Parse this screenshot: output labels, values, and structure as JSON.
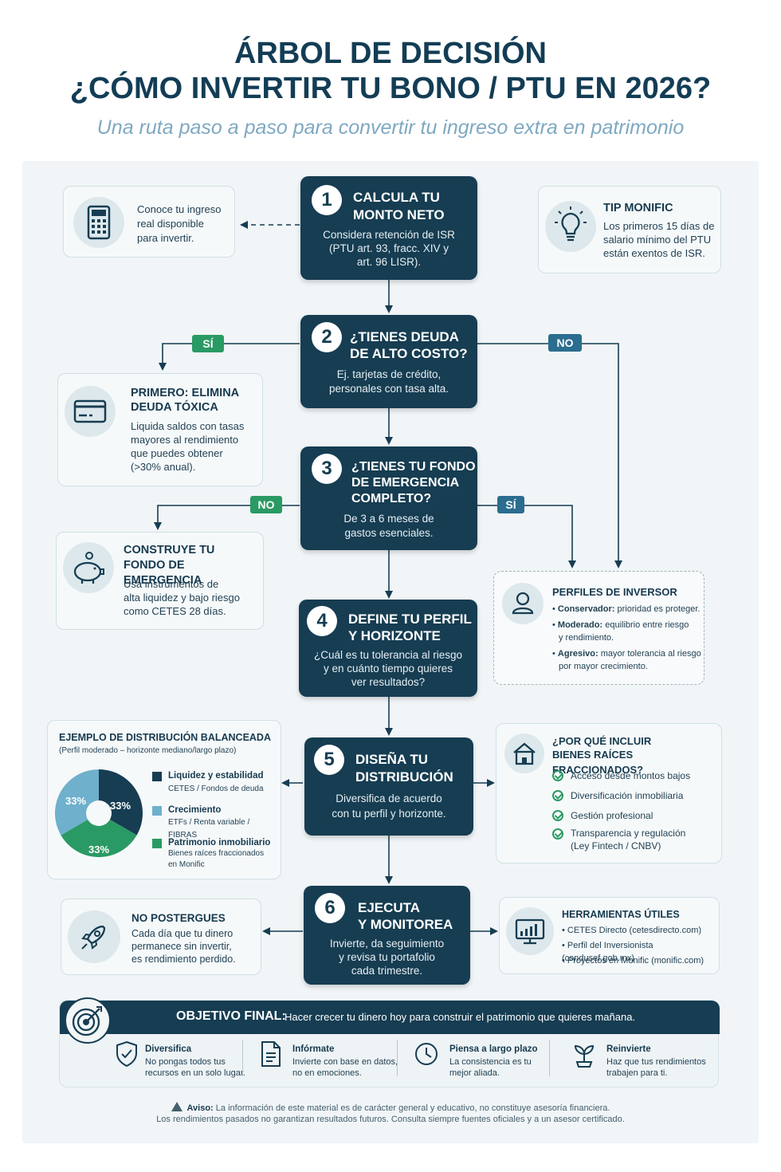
{
  "header": {
    "title_line1": "ÁRBOL DE DECISIÓN",
    "title_line2": "¿CÓMO INVERTIR TU BONO / PTU EN 2026?",
    "subtitle": "Una ruta paso a paso para convertir tu ingreso extra en patrimonio"
  },
  "steps": [
    {
      "num": "1",
      "title_l1": "CALCULA TU",
      "title_l2": "MONTO NETO",
      "desc_l1": "Considera retención de ISR",
      "desc_l2": "(PTU art. 93, fracc. XIV y",
      "desc_l3": "art. 96  LISR)."
    },
    {
      "num": "2",
      "title_l1": "¿TIENES DEUDA",
      "title_l2": "DE ALTO COSTO?",
      "desc_l1": "Ej. tarjetas de crédito,",
      "desc_l2": "personales con tasa alta."
    },
    {
      "num": "3",
      "title_l1": "¿TIENES TU FONDO",
      "title_l2": "DE EMERGENCIA",
      "title_l3": "COMPLETO?",
      "desc_l1": "De 3 a 6 meses de",
      "desc_l2": "gastos esenciales."
    },
    {
      "num": "4",
      "title_l1": "DEFINE TU PERFIL",
      "title_l2": "Y HORIZONTE",
      "desc_l1": "¿Cuál es tu tolerancia al riesgo",
      "desc_l2": "y en cuánto tiempo quieres",
      "desc_l3": "ver resultados?"
    },
    {
      "num": "5",
      "title_l1": "DISEÑA TU",
      "title_l2": "DISTRIBUCIÓN",
      "desc_l1": "Diversifica de acuerdo",
      "desc_l2": "con tu perfil y horizonte."
    },
    {
      "num": "6",
      "title_l1": "EJECUTA",
      "title_l2": "Y MONITOREA",
      "desc_l1": "Invierte, da seguimiento",
      "desc_l2": "y revisa tu portafolio",
      "desc_l3": "cada trimestre."
    }
  ],
  "tags": {
    "si": "SÍ",
    "no": "NO"
  },
  "cards": {
    "ingreso": {
      "l1": "Conoce tu ingreso",
      "l2": "real disponible",
      "l3": "para invertir."
    },
    "tip": {
      "title": "TIP MONIFIC",
      "l1": "Los primeros 15 días de",
      "l2": "salario mínimo del PTU",
      "l3": "están exentos de ISR."
    },
    "deuda": {
      "title_l1": "PRIMERO: ELIMINA",
      "title_l2": "DEUDA TÓXICA",
      "l1": "Liquida saldos con tasas",
      "l2": "mayores al rendimiento",
      "l3": "que puedes obtener",
      "l4": "(>30% anual)."
    },
    "fondo": {
      "title_l1": "CONSTRUYE TU",
      "title_l2": "FONDO DE EMERGENCIA",
      "l1": "Usa instrumentos de",
      "l2": "alta liquidez y bajo riesgo",
      "l3": "como CETES 28 días."
    },
    "perfiles": {
      "title": "PERFILES DE INVERSOR",
      "items": [
        {
          "label": "Conservador:",
          "text": "prioridad es proteger."
        },
        {
          "label": "Moderado:",
          "text": "equilibrio entre riesgo",
          "text2": "y rendimiento."
        },
        {
          "label": "Agresivo:",
          "text": "mayor tolerancia al riesgo",
          "text2": "por mayor crecimiento."
        }
      ]
    },
    "bienes": {
      "title_l1": "¿POR QUÉ INCLUIR",
      "title_l2": "BIENES RAÍCES FRACCIONADOS?",
      "items": [
        "Acceso desde montos bajos",
        "Diversificación inmobiliaria",
        "Gestión profesional",
        "Transparencia y regulación",
        "(Ley Fintech / CNBV)"
      ]
    },
    "postergues": {
      "title": "NO POSTERGUES",
      "l1": "Cada día que tu dinero",
      "l2": "permanece sin invertir,",
      "l3": "es rendimiento perdido."
    },
    "herramientas": {
      "title": "HERRAMIENTAS ÚTILES",
      "items": [
        "CETES Directo (cetesdirecto.com)",
        "Perfil del Inversionista (condusef.gob.mx)",
        "Proyectos en Monific (monific.com)"
      ]
    }
  },
  "chart_data": {
    "type": "pie",
    "title": "EJEMPLO DE DISTRIBUCIÓN BALANCEADA",
    "subtitle": "(Perfil moderado – horizonte mediano/largo plazo)",
    "series": [
      {
        "name": "Liquidez y estabilidad",
        "detail": "CETES / Fondos de deuda",
        "value": 33,
        "label": "33%",
        "color": "#163d52"
      },
      {
        "name": "Patrimonio inmobiliario",
        "detail_l1": "Bienes raíces fraccionados",
        "detail_l2": "en Monific",
        "value": 33,
        "label": "33%",
        "color": "#2a9a64"
      },
      {
        "name": "Crecimiento",
        "detail": "ETFs / Renta variable / FIBRAS",
        "value": 33,
        "label": "33%",
        "color": "#6fb0cc"
      }
    ]
  },
  "banner": {
    "label": "OBJETIVO FINAL:",
    "text": "Hacer crecer tu dinero hoy para construir el patrimonio que quieres mañana.",
    "tips": [
      {
        "title": "Diversifica",
        "l1": "No pongas todos tus",
        "l2": "recursos en un solo lugar."
      },
      {
        "title": "Infórmate",
        "l1": "Invierte con base en datos,",
        "l2": "no en emociones."
      },
      {
        "title": "Piensa a largo plazo",
        "l1": "La consistencia es tu",
        "l2": "mejor aliada."
      },
      {
        "title": "Reinvierte",
        "l1": "Haz que tus rendimientos",
        "l2": "trabajen para ti."
      }
    ]
  },
  "disclaimer": {
    "label": "Aviso:",
    "l1": "La información de este material es de carácter general y educativo, no constituye asesoría financiera.",
    "l2": "Los rendimientos pasados no garantizan resultados futuros. Consulta siempre fuentes oficiales y a un asesor certificado."
  },
  "colors": {
    "navy": "#163d52",
    "green": "#2a9a64",
    "blue": "#2b6d8f",
    "light_blue": "#6fb0cc",
    "subtitle": "#7fa9c2"
  }
}
